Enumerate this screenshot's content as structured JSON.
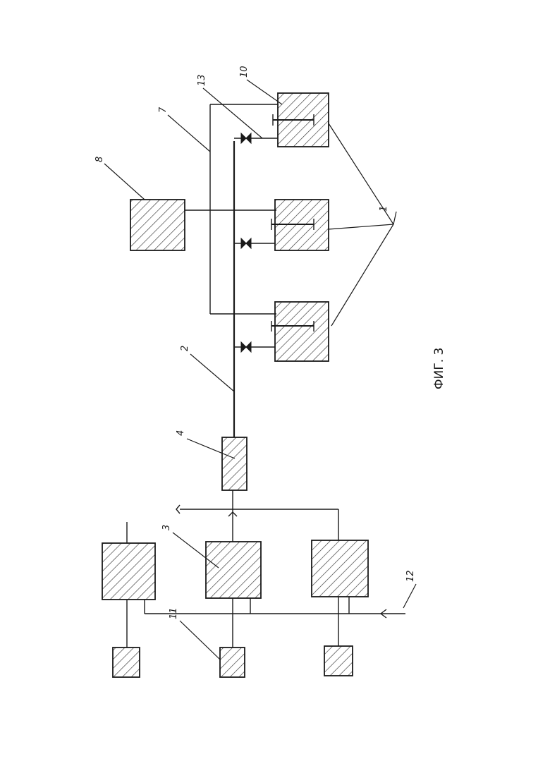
{
  "figure": {
    "caption": "ФИГ. 3"
  },
  "labels": {
    "ref_1": "1",
    "ref_2": "2",
    "ref_3": "3",
    "ref_4": "4",
    "ref_7": "7",
    "ref_8": "8",
    "ref_10": "10",
    "ref_11": "11",
    "ref_12": "12",
    "ref_13": "13"
  }
}
